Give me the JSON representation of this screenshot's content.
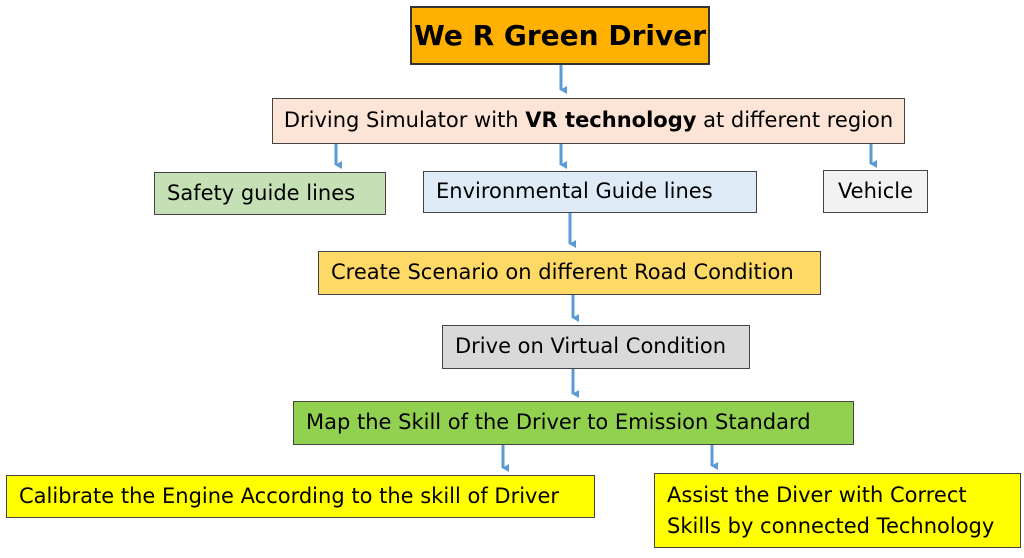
{
  "title": "We R Green Driver",
  "simulator": {
    "prefix": "Driving Simulator with ",
    "bold": "VR technology",
    "suffix": " at different region"
  },
  "guides": {
    "safety": "Safety guide lines",
    "environmental": "Environmental Guide lines",
    "vehicle": "Vehicle"
  },
  "scenario": "Create Scenario on different Road Condition",
  "drive": "Drive on Virtual Condition",
  "map_skill": "Map the Skill of the Driver to Emission Standard",
  "calibrate": "Calibrate the Engine According to the skill of Driver",
  "assist": {
    "line1": "Assist the Diver with Correct",
    "line2": "Skills by connected Technology"
  },
  "colors": {
    "title": "#FFB000",
    "simulator": "#FCE4D6",
    "safety": "#C5E0B4",
    "environmental": "#DEEBF7",
    "vehicle": "#F2F2F2",
    "scenario": "#FFD966",
    "drive": "#D9D9D9",
    "map_skill": "#92D050",
    "outcome": "#FFFF00",
    "arrow": "#5B9BD5"
  }
}
